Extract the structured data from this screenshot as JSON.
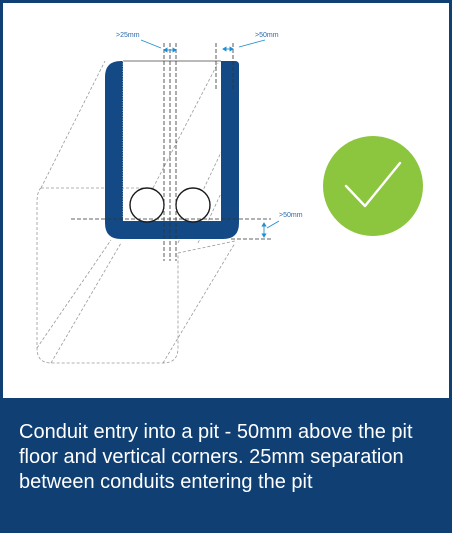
{
  "diagram": {
    "dimension_labels": {
      "conduit_separation": ">25mm",
      "corner_clearance": ">50mm",
      "floor_clearance": ">50mm"
    },
    "status_icon": "checkmark-icon"
  },
  "caption": {
    "text": "Conduit entry into a pit - 50mm above the pit floor and vertical corners. 25mm separation between conduits entering the pit"
  },
  "colors": {
    "frame": "#0f3f73",
    "pit_wall": "#134a86",
    "check_badge": "#8cc63f",
    "dimension_arrow": "#1e8fd0",
    "outline": "#9a9a9a"
  }
}
